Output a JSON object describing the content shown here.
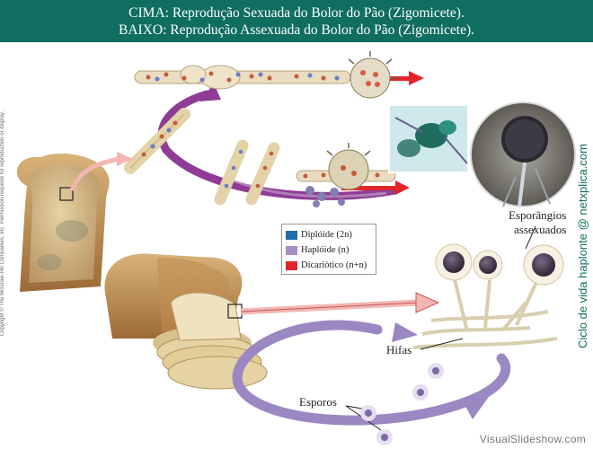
{
  "header": {
    "line_top": "CIMA: Reprodução Sexuada do Bolor do Pão (Zigomicete).",
    "line_bottom": "BAIXO: Reprodução Assexuada do Bolor do Pão (Zigomicete)."
  },
  "legend": {
    "items": [
      {
        "label": "Diplóide (2n)",
        "color": "#1f6fa8"
      },
      {
        "label": "Haplóide (n)",
        "color": "#a88dc4"
      },
      {
        "label": "Dicariótico (n+n)",
        "color": "#e0262b"
      }
    ]
  },
  "labels": {
    "sporangia_line1": "Esporângios",
    "sporangia_line2": "assexuados",
    "hyphae": "Hifas",
    "spores": "Esporos"
  },
  "side_caption": "Ciclo de vida haplonte @ netxplica.com",
  "copyright": "Copyright © The McGraw-Hill Companies, Inc. Permission required for reproduction or display.",
  "watermark": "VisualSlideshow.com",
  "colors": {
    "header_bg": "#0f6e5f",
    "cycle_arrow_purple": "#8e3c96",
    "cycle_arrow_lavender": "#9b87c2",
    "dikaryotic_red": "#e0262b"
  }
}
